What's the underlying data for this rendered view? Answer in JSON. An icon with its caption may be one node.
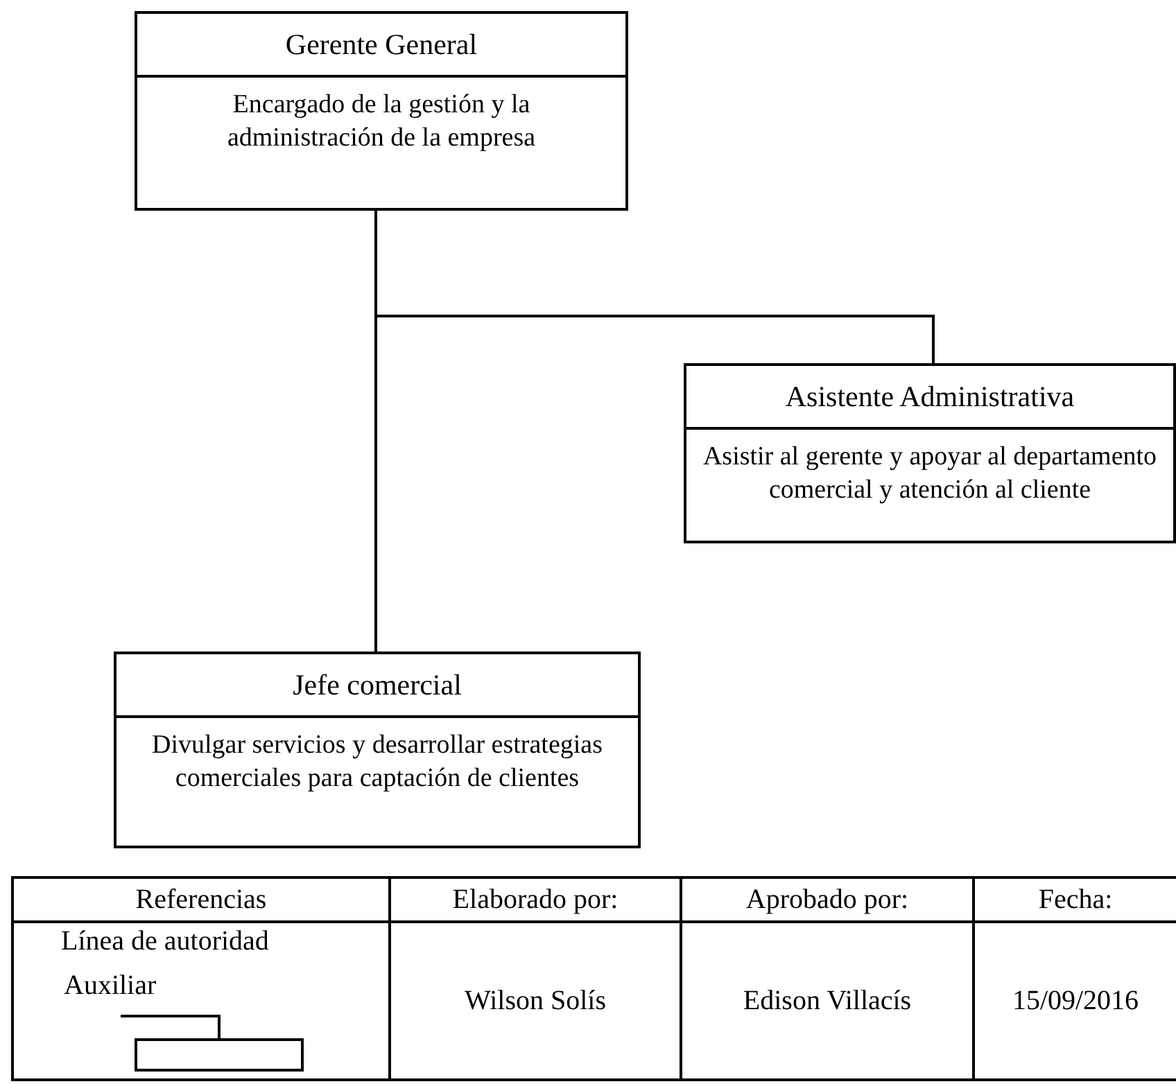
{
  "diagram": {
    "nodes": [
      {
        "text": [
          "Gerente General",
          "Encargado de la gestión y la administración de la empresa"
        ]
      },
      {
        "text": [
          "Asistente Administrativa",
          "Asistir al gerente y apoyar al departamento comercial y atención al cliente"
        ]
      },
      {
        "text": [
          "Jefe comercial",
          "Divulgar servicios y desarrollar estrategias comerciales para captación de clientes"
        ]
      }
    ],
    "edges": [
      {
        "from": 0,
        "to": 1,
        "arrow": "none"
      },
      {
        "from": 0,
        "to": 2,
        "arrow": "none"
      }
    ],
    "labels": [
      "Referencias",
      "Elaborado por:",
      "Aprobado por:",
      "Fecha:",
      "Línea de autoridad",
      "Auxiliar",
      "Wilson Solís",
      "Edison Villacís",
      "15/09/2016"
    ]
  }
}
